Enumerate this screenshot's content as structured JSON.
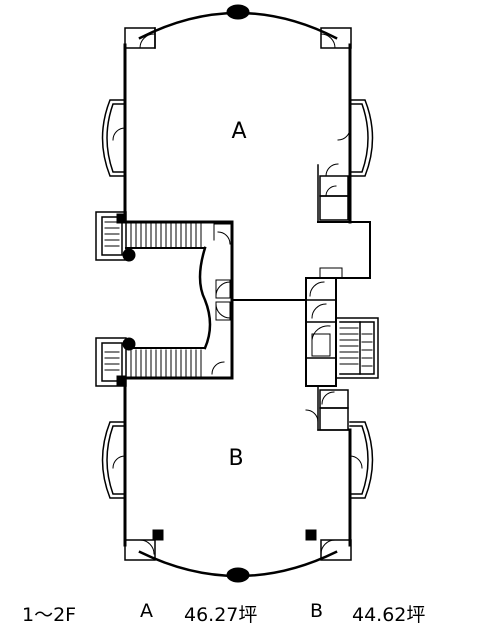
{
  "floorplan": {
    "unit_a_label": "A",
    "unit_b_label": "B"
  },
  "caption": {
    "floors": "1～2F",
    "unit_a_name": "A",
    "unit_a_area": "46.27坪",
    "unit_b_name": "B",
    "unit_b_area": "44.62坪"
  },
  "colors": {
    "line": "#000000",
    "background": "#ffffff"
  }
}
